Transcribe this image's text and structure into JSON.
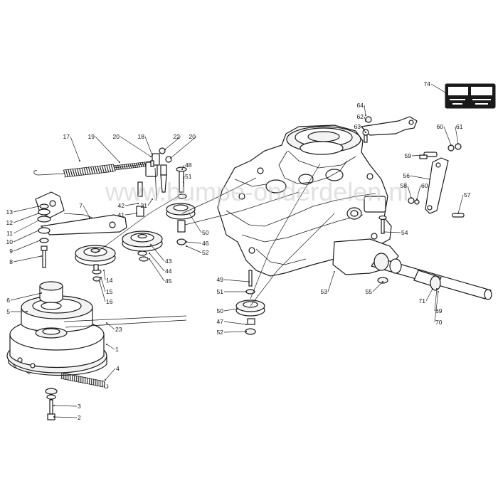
{
  "watermark": "www.bumpe-onderdelen.nl",
  "callouts": [
    {
      "id": "c74",
      "label": "74"
    },
    {
      "id": "c64",
      "label": "64"
    },
    {
      "id": "c62",
      "label": "62"
    },
    {
      "id": "c63",
      "label": "63"
    },
    {
      "id": "c60a",
      "label": "60"
    },
    {
      "id": "c61",
      "label": "61"
    },
    {
      "id": "c59",
      "label": "59"
    },
    {
      "id": "c56",
      "label": "56"
    },
    {
      "id": "c58",
      "label": "58"
    },
    {
      "id": "c60b",
      "label": "60"
    },
    {
      "id": "c57",
      "label": "57"
    },
    {
      "id": "c54",
      "label": "54"
    },
    {
      "id": "c53",
      "label": "53"
    },
    {
      "id": "c55",
      "label": "55"
    },
    {
      "id": "c71",
      "label": "71"
    },
    {
      "id": "c69",
      "label": "69"
    },
    {
      "id": "c70",
      "label": "70"
    },
    {
      "id": "c49",
      "label": "49"
    },
    {
      "id": "c51b",
      "label": "51"
    },
    {
      "id": "c50b",
      "label": "50"
    },
    {
      "id": "c47",
      "label": "47"
    },
    {
      "id": "c52b",
      "label": "52"
    },
    {
      "id": "c17",
      "label": "17"
    },
    {
      "id": "c19",
      "label": "19"
    },
    {
      "id": "c20a",
      "label": "20"
    },
    {
      "id": "c18",
      "label": "18"
    },
    {
      "id": "c22",
      "label": "22"
    },
    {
      "id": "c20b",
      "label": "20"
    },
    {
      "id": "c48",
      "label": "48"
    },
    {
      "id": "c51a",
      "label": "51"
    },
    {
      "id": "c21",
      "label": "21"
    },
    {
      "id": "c42",
      "label": "42"
    },
    {
      "id": "c41",
      "label": "41"
    },
    {
      "id": "c7",
      "label": "7"
    },
    {
      "id": "c13",
      "label": "13"
    },
    {
      "id": "c12",
      "label": "12"
    },
    {
      "id": "c11",
      "label": "11"
    },
    {
      "id": "c10",
      "label": "10"
    },
    {
      "id": "c9",
      "label": "9"
    },
    {
      "id": "c8",
      "label": "8"
    },
    {
      "id": "c50a",
      "label": "50"
    },
    {
      "id": "c46",
      "label": "46"
    },
    {
      "id": "c52a",
      "label": "52"
    },
    {
      "id": "c43",
      "label": "43"
    },
    {
      "id": "c44",
      "label": "44"
    },
    {
      "id": "c45",
      "label": "45"
    },
    {
      "id": "c14",
      "label": "14"
    },
    {
      "id": "c15",
      "label": "15"
    },
    {
      "id": "c16",
      "label": "16"
    },
    {
      "id": "c6",
      "label": "6"
    },
    {
      "id": "c5",
      "label": "5"
    },
    {
      "id": "c23",
      "label": "23"
    },
    {
      "id": "c1",
      "label": "1"
    },
    {
      "id": "c4",
      "label": "4"
    },
    {
      "id": "c3",
      "label": "3"
    },
    {
      "id": "c2",
      "label": "2"
    }
  ]
}
